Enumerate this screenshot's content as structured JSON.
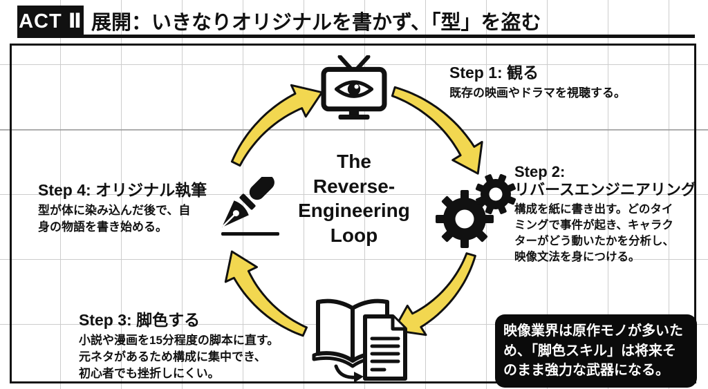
{
  "header": {
    "act_label": "ACT Ⅱ",
    "title": "展開：いきなりオリジナルを書かず、「型」を盗む"
  },
  "center": {
    "title": "The\nReverse-\nEngineering\nLoop"
  },
  "steps": [
    {
      "icon": "tv-eye-icon",
      "title": "Step 1: 観る",
      "body": "既存の映画やドラマを視聴する。"
    },
    {
      "icon": "gears-icon",
      "title": "Step 2:\nリバースエンジニアリング",
      "body": "構成を紙に書き出す。どのタイ\nミングで事件が起き、キャラク\nターがどう動いたかを分析し、\n映像文法を身につける。"
    },
    {
      "icon": "book-to-script-icon",
      "title": "Step 3: 脚色する",
      "body": "小説や漫画を15分程度の脚本に直す。\n元ネタがあるため構成に集中でき、\n初心者でも挫折しにくい。"
    },
    {
      "icon": "fountain-pen-icon",
      "title": "Step 4: オリジナル執筆",
      "body": "型が体に染み込んだ後で、自\n身の物語を書き始める。"
    }
  ],
  "callout": {
    "text": "映像業界は原作モノが多いた\nめ、「脚色スキル」は将来そ\nのまま強力な武器になる。"
  },
  "colors": {
    "arrow_yellow": "#F2D750",
    "ink": "#111111",
    "grid_line": "#cccccc",
    "grid_line_dark": "#8f8f8f",
    "callout_bg": "#0b0b0b",
    "callout_text": "#ffffff",
    "background": "#ffffff"
  }
}
